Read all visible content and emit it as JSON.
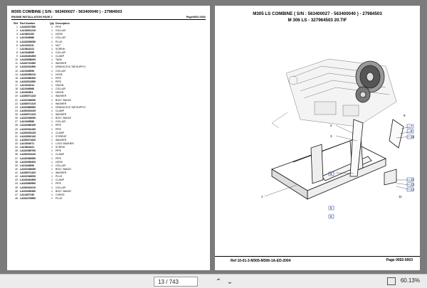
{
  "left_page": {
    "title": "M305 COMBINE ( S/N : 563400027 - 563400040 ) - 27984503",
    "title_code": "27984503",
    "subtitle": "ENGINE INSTALLATION PAGE 2",
    "subtitle_right": "Page0002-0002",
    "columns": [
      "Ref",
      "Part Number",
      "Qty",
      "Description"
    ],
    "parts": [
      {
        "ref": "1",
        "pn": "LA322927950",
        "qty": "1",
        "desc": "PIPE"
      },
      {
        "ref": "2",
        "pn": "LA102821210",
        "qty": "1",
        "desc": "COLLAR"
      },
      {
        "ref": "3",
        "pn": "LA10651152",
        "qty": "1",
        "desc": "HOSE"
      },
      {
        "ref": "4",
        "pn": "LA10166580",
        "qty": "1",
        "desc": "COLLAR"
      },
      {
        "ref": "5",
        "pn": "LA322835050",
        "qty": "1",
        "desc": "PLUG"
      },
      {
        "ref": "6",
        "pn": "LA10164111",
        "qty": "1",
        "desc": "NUT"
      },
      {
        "ref": "7",
        "pn": "LA10842221",
        "qty": "1",
        "desc": "SCREW"
      },
      {
        "ref": "8",
        "pn": "LA10166590",
        "qty": "1",
        "desc": "COLLAR"
      },
      {
        "ref": "9",
        "pn": "LA343481808",
        "qty": "1",
        "desc": "CLAMP"
      },
      {
        "ref": "10",
        "pn": "LA322898090",
        "qty": "1",
        "desc": "TANK"
      },
      {
        "ref": "11",
        "pn": "LA322731550",
        "qty": "1",
        "desc": "WASHER"
      },
      {
        "ref": "12",
        "pn": "LA322310550",
        "qty": "1",
        "desc": "DRAINCOCK,TAP,SUPPLY"
      },
      {
        "ref": "13",
        "pn": "LA10166590",
        "qty": "1",
        "desc": "COLLAR"
      },
      {
        "ref": "14",
        "pn": "LA322959210",
        "qty": "1",
        "desc": "HOSE"
      },
      {
        "ref": "15",
        "pn": "LA322968450",
        "qty": "1",
        "desc": "PIPE"
      },
      {
        "ref": "16",
        "pn": "LA322813550",
        "qty": "1",
        "desc": "PIPE"
      },
      {
        "ref": "17",
        "pn": "LA10164314",
        "qty": "1",
        "desc": "UNION"
      },
      {
        "ref": "18",
        "pn": "LA10166560",
        "qty": "1",
        "desc": "COLLAR"
      },
      {
        "ref": "19",
        "pn": "LA0160504",
        "qty": "1",
        "desc": "UNION"
      },
      {
        "ref": "20",
        "pn": "LA300571415",
        "qty": "1",
        "desc": "WASHER"
      },
      {
        "ref": "21",
        "pn": "LA321946050",
        "qty": "1",
        "desc": "BOLT, BANJO"
      },
      {
        "ref": "22",
        "pn": "LA300571415",
        "qty": "1",
        "desc": "WASHER"
      },
      {
        "ref": "23",
        "pn": "LA322868550",
        "qty": "1",
        "desc": "DRAINCOCK,TAP,SUPPLY"
      },
      {
        "ref": "24",
        "pn": "LA300391025",
        "qty": "1",
        "desc": "CLAMP"
      },
      {
        "ref": "25",
        "pn": "LA300571415",
        "qty": "1",
        "desc": "WASHER"
      },
      {
        "ref": "26",
        "pn": "LA321946050",
        "qty": "1",
        "desc": "BOLT, BANJO"
      },
      {
        "ref": "27",
        "pn": "LA10166580",
        "qty": "1",
        "desc": "COLLAR"
      },
      {
        "ref": "28",
        "pn": "LA322966190",
        "qty": "1",
        "desc": "PIPE"
      },
      {
        "ref": "29",
        "pn": "LA322944150",
        "qty": "1",
        "desc": "PIPE"
      },
      {
        "ref": "30",
        "pn": "LA300391025",
        "qty": "1",
        "desc": "CLAMP"
      },
      {
        "ref": "31",
        "pn": "LA322892130",
        "qty": "1",
        "desc": "STIRRUP"
      },
      {
        "ref": "32",
        "pn": "LA300571620",
        "qty": "1",
        "desc": "WASHER"
      },
      {
        "ref": "33",
        "pn": "LA10254071",
        "qty": "1",
        "desc": "LOCK WASHER"
      },
      {
        "ref": "34",
        "pn": "LA10843421",
        "qty": "1",
        "desc": "SCREW"
      },
      {
        "ref": "35",
        "pn": "LA322965750",
        "qty": "1",
        "desc": "PIPE"
      },
      {
        "ref": "36",
        "pn": "LA300391020",
        "qty": "1",
        "desc": "CLAMP"
      },
      {
        "ref": "37",
        "pn": "LA322966550",
        "qty": "1",
        "desc": "PIPE"
      },
      {
        "ref": "38",
        "pn": "LA322959200",
        "qty": "1",
        "desc": "HOSE"
      },
      {
        "ref": "39",
        "pn": "LA10166590",
        "qty": "1",
        "desc": "COLLAR"
      },
      {
        "ref": "40",
        "pn": "LA321946050",
        "qty": "1",
        "desc": "BOLT, BANJO"
      },
      {
        "ref": "41",
        "pn": "LA300571420",
        "qty": "1",
        "desc": "WASHER"
      },
      {
        "ref": "42",
        "pn": "LA321946050",
        "qty": "1",
        "desc": "PLUG"
      },
      {
        "ref": "43",
        "pn": "LA343481808",
        "qty": "1",
        "desc": "CLAMP"
      },
      {
        "ref": "44",
        "pn": "LA322869550",
        "qty": "1",
        "desc": "PIPE"
      },
      {
        "ref": "45",
        "pn": "LA300391010",
        "qty": "1",
        "desc": "COLLAR"
      },
      {
        "ref": "46",
        "pn": "LA321659450",
        "qty": "1",
        "desc": "BOLT, BANJO"
      },
      {
        "ref": "47",
        "pn": "LA14457150",
        "qty": "1",
        "desc": "O-RING"
      },
      {
        "ref": "48",
        "pn": "LA322476850",
        "qty": "1",
        "desc": "PLUG"
      }
    ]
  },
  "right_page": {
    "title": "M305 LS COMBINE ( S/N : 563400027 - 563400040 ) - 27984503",
    "subtitle": "M 306 LS - 327964503 20.TIF",
    "callouts": [
      "1",
      "2",
      "3",
      "4",
      "5",
      "6",
      "7",
      "8",
      "9",
      "10",
      "11",
      "12",
      "13",
      "14"
    ],
    "footer_ref": "Ref 10-01-3-M305-M306-1A-ED-2004",
    "footer_page": "Page 0002-0003"
  },
  "toolbar": {
    "page_indicator": "13 / 743",
    "zoom": "60.13%",
    "icons": [
      "chevron-up-icon",
      "chevron-down-icon",
      "fit-page-icon"
    ]
  }
}
